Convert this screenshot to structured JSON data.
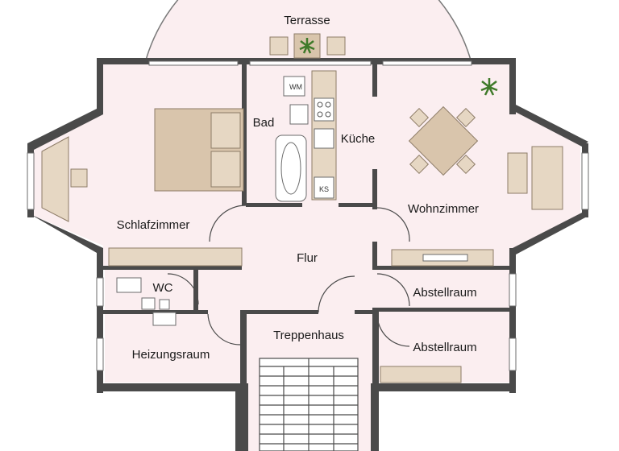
{
  "rooms": {
    "terrasse": "Terrasse",
    "bad": "Bad",
    "kueche": "Küche",
    "schlafzimmer": "Schlafzimmer",
    "wohnzimmer": "Wohnzimmer",
    "flur": "Flur",
    "wc": "WC",
    "abstellraum_1": "Abstellraum",
    "abstellraum_2": "Abstellraum",
    "treppenhaus": "Treppenhaus",
    "heizungsraum": "Heizungsraum"
  },
  "fixtures": {
    "washing_machine": "WM",
    "fridge": "KS"
  },
  "colors": {
    "floor": "#fbeef0",
    "wall": "#4a4a4a",
    "furniture": "#d9c5ac"
  }
}
